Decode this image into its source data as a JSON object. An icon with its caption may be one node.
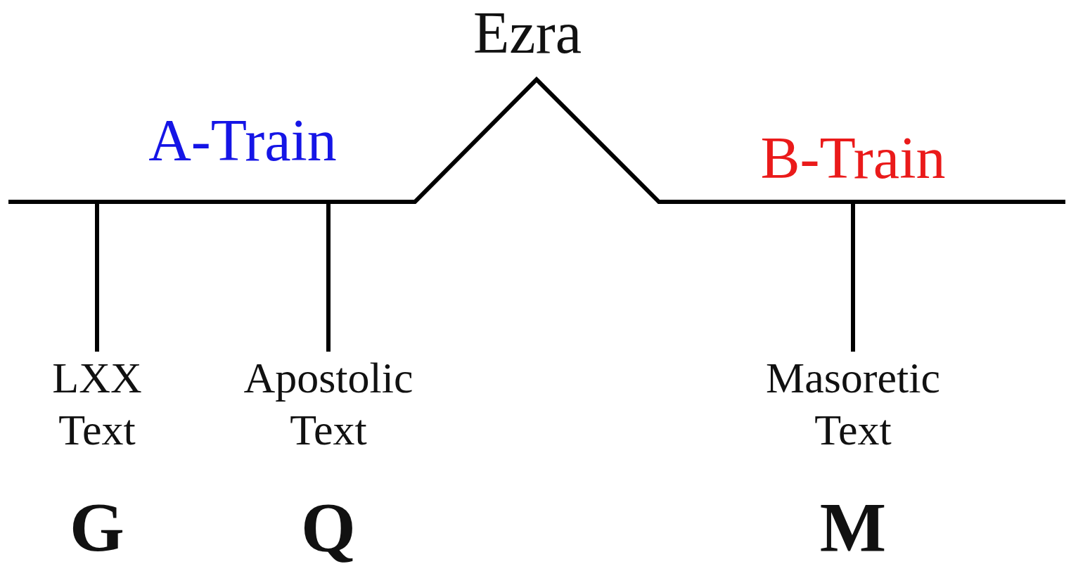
{
  "diagram": {
    "nodes": [
      {
        "text": [],
        "shape": "line"
      },
      {
        "text": [
          "LXX Text"
        ],
        "beside": [
          "G"
        ]
      },
      {
        "text": [
          "Apostolic Text"
        ],
        "beside": [
          "Q"
        ]
      },
      {
        "text": [
          "Masoretic Text"
        ],
        "beside": [
          "M"
        ]
      }
    ],
    "edges": [
      {
        "from": 0,
        "to": 1,
        "arrow": "none"
      },
      {
        "from": 0,
        "to": 2,
        "arrow": "none"
      },
      {
        "from": 0,
        "to": 3,
        "arrow": "none"
      }
    ],
    "labels": [
      "Ezra",
      "A-Train",
      "B-Train"
    ]
  }
}
